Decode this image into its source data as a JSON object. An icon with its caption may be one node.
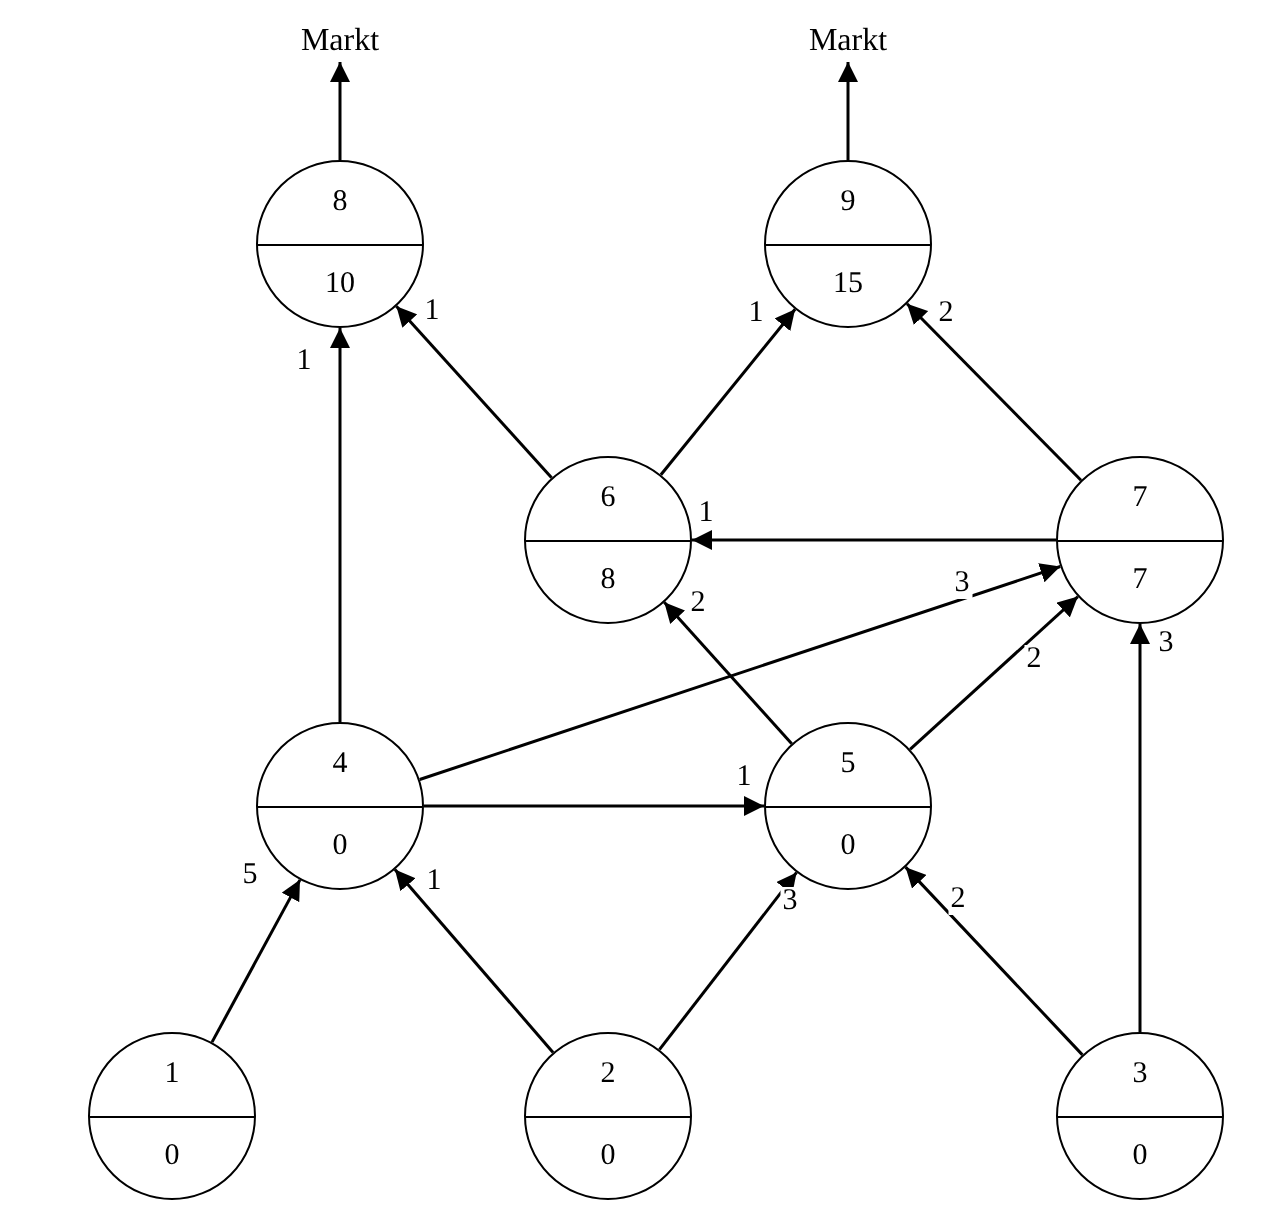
{
  "diagram": {
    "nodes": [
      {
        "text": [
          "Markt"
        ]
      },
      {
        "text": [
          "Markt"
        ]
      },
      {
        "text": [
          "8",
          "10"
        ]
      },
      {
        "text": [
          "9",
          "15"
        ]
      },
      {
        "text": [
          "6",
          "8"
        ]
      },
      {
        "text": [
          "7",
          "7"
        ]
      },
      {
        "text": [
          "4",
          "0"
        ]
      },
      {
        "text": [
          "5",
          "0"
        ]
      },
      {
        "text": [
          "1",
          "0"
        ]
      },
      {
        "text": [
          "2",
          "0"
        ]
      },
      {
        "text": [
          "3",
          "0"
        ]
      }
    ],
    "edges": [
      {
        "from": 2,
        "to": 0,
        "arrow": "to"
      },
      {
        "from": 3,
        "to": 1,
        "arrow": "to"
      },
      {
        "from": 6,
        "to": 2,
        "arrow": "to",
        "label": "1"
      },
      {
        "from": 4,
        "to": 2,
        "arrow": "to",
        "label": "1"
      },
      {
        "from": 4,
        "to": 3,
        "arrow": "to",
        "label": "1"
      },
      {
        "from": 5,
        "to": 3,
        "arrow": "to",
        "label": "2"
      },
      {
        "from": 5,
        "to": 4,
        "arrow": "to",
        "label": "1"
      },
      {
        "from": 6,
        "to": 5,
        "arrow": "to",
        "label": "3"
      },
      {
        "from": 7,
        "to": 4,
        "arrow": "to",
        "label": "2"
      },
      {
        "from": 7,
        "to": 5,
        "arrow": "to",
        "label": "2"
      },
      {
        "from": 10,
        "to": 5,
        "arrow": "to",
        "label": "3"
      },
      {
        "from": 6,
        "to": 7,
        "arrow": "to",
        "label": "1"
      },
      {
        "from": 8,
        "to": 6,
        "arrow": "to",
        "label": "5"
      },
      {
        "from": 9,
        "to": 6,
        "arrow": "to",
        "label": "1"
      },
      {
        "from": 9,
        "to": 7,
        "arrow": "to",
        "label": "3"
      },
      {
        "from": 10,
        "to": 7,
        "arrow": "to",
        "label": "2"
      }
    ]
  }
}
